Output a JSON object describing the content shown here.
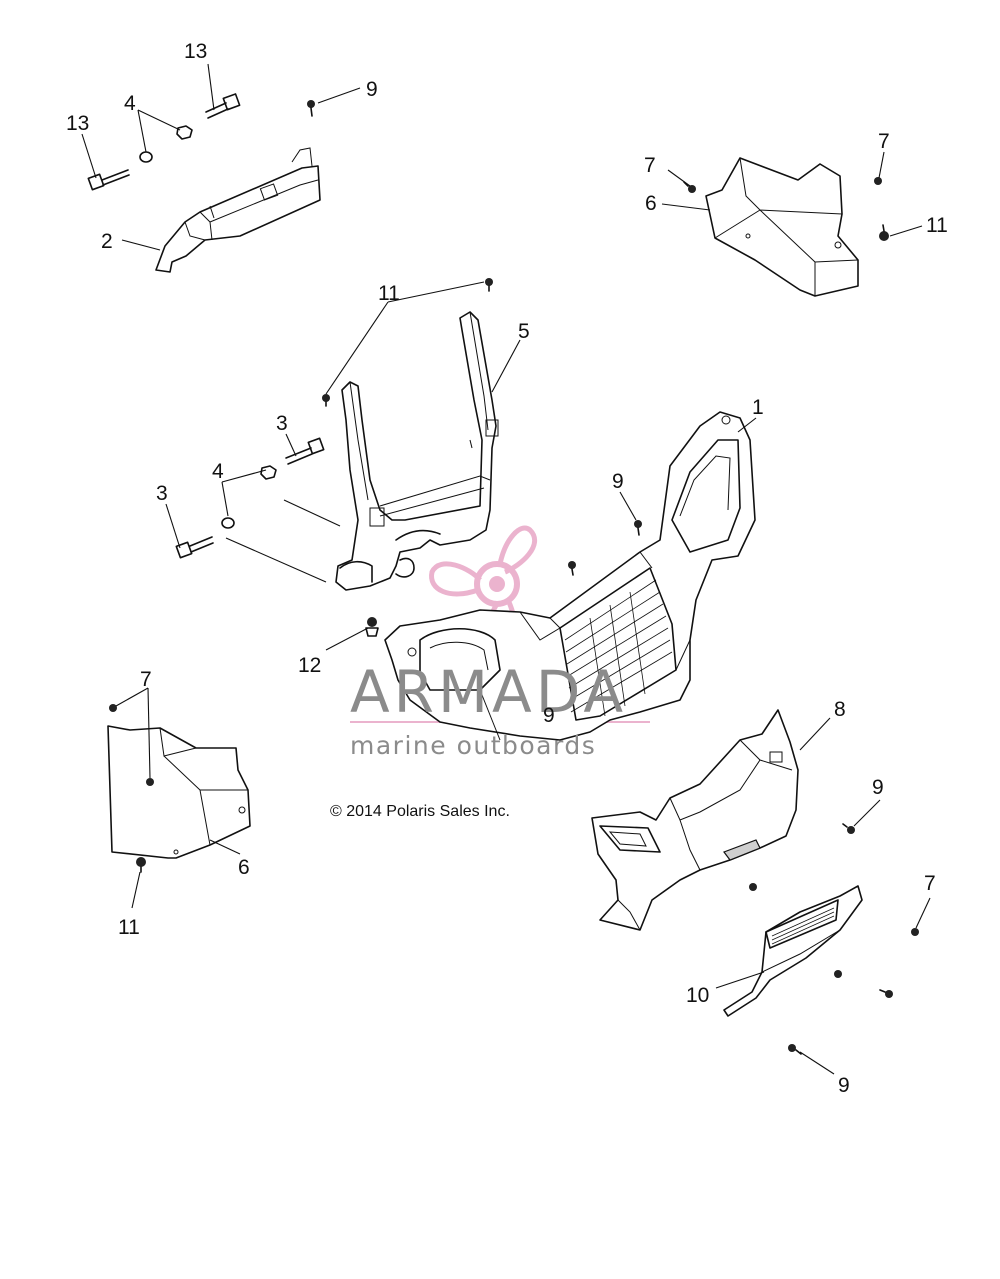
{
  "diagram": {
    "callouts": [
      "1",
      "2",
      "3",
      "3",
      "4",
      "4",
      "5",
      "6",
      "6",
      "7",
      "7",
      "7",
      "7",
      "8",
      "9",
      "9",
      "9",
      "9",
      "9",
      "10",
      "11",
      "11",
      "11",
      "12",
      "13",
      "13"
    ],
    "copyright": "© 2014 Polaris Sales Inc.",
    "watermark": {
      "title": "ARMADA",
      "subtitle": "marine outboards",
      "color_pink": "#e8a6c6",
      "color_gray": "#8b8b8b"
    }
  }
}
